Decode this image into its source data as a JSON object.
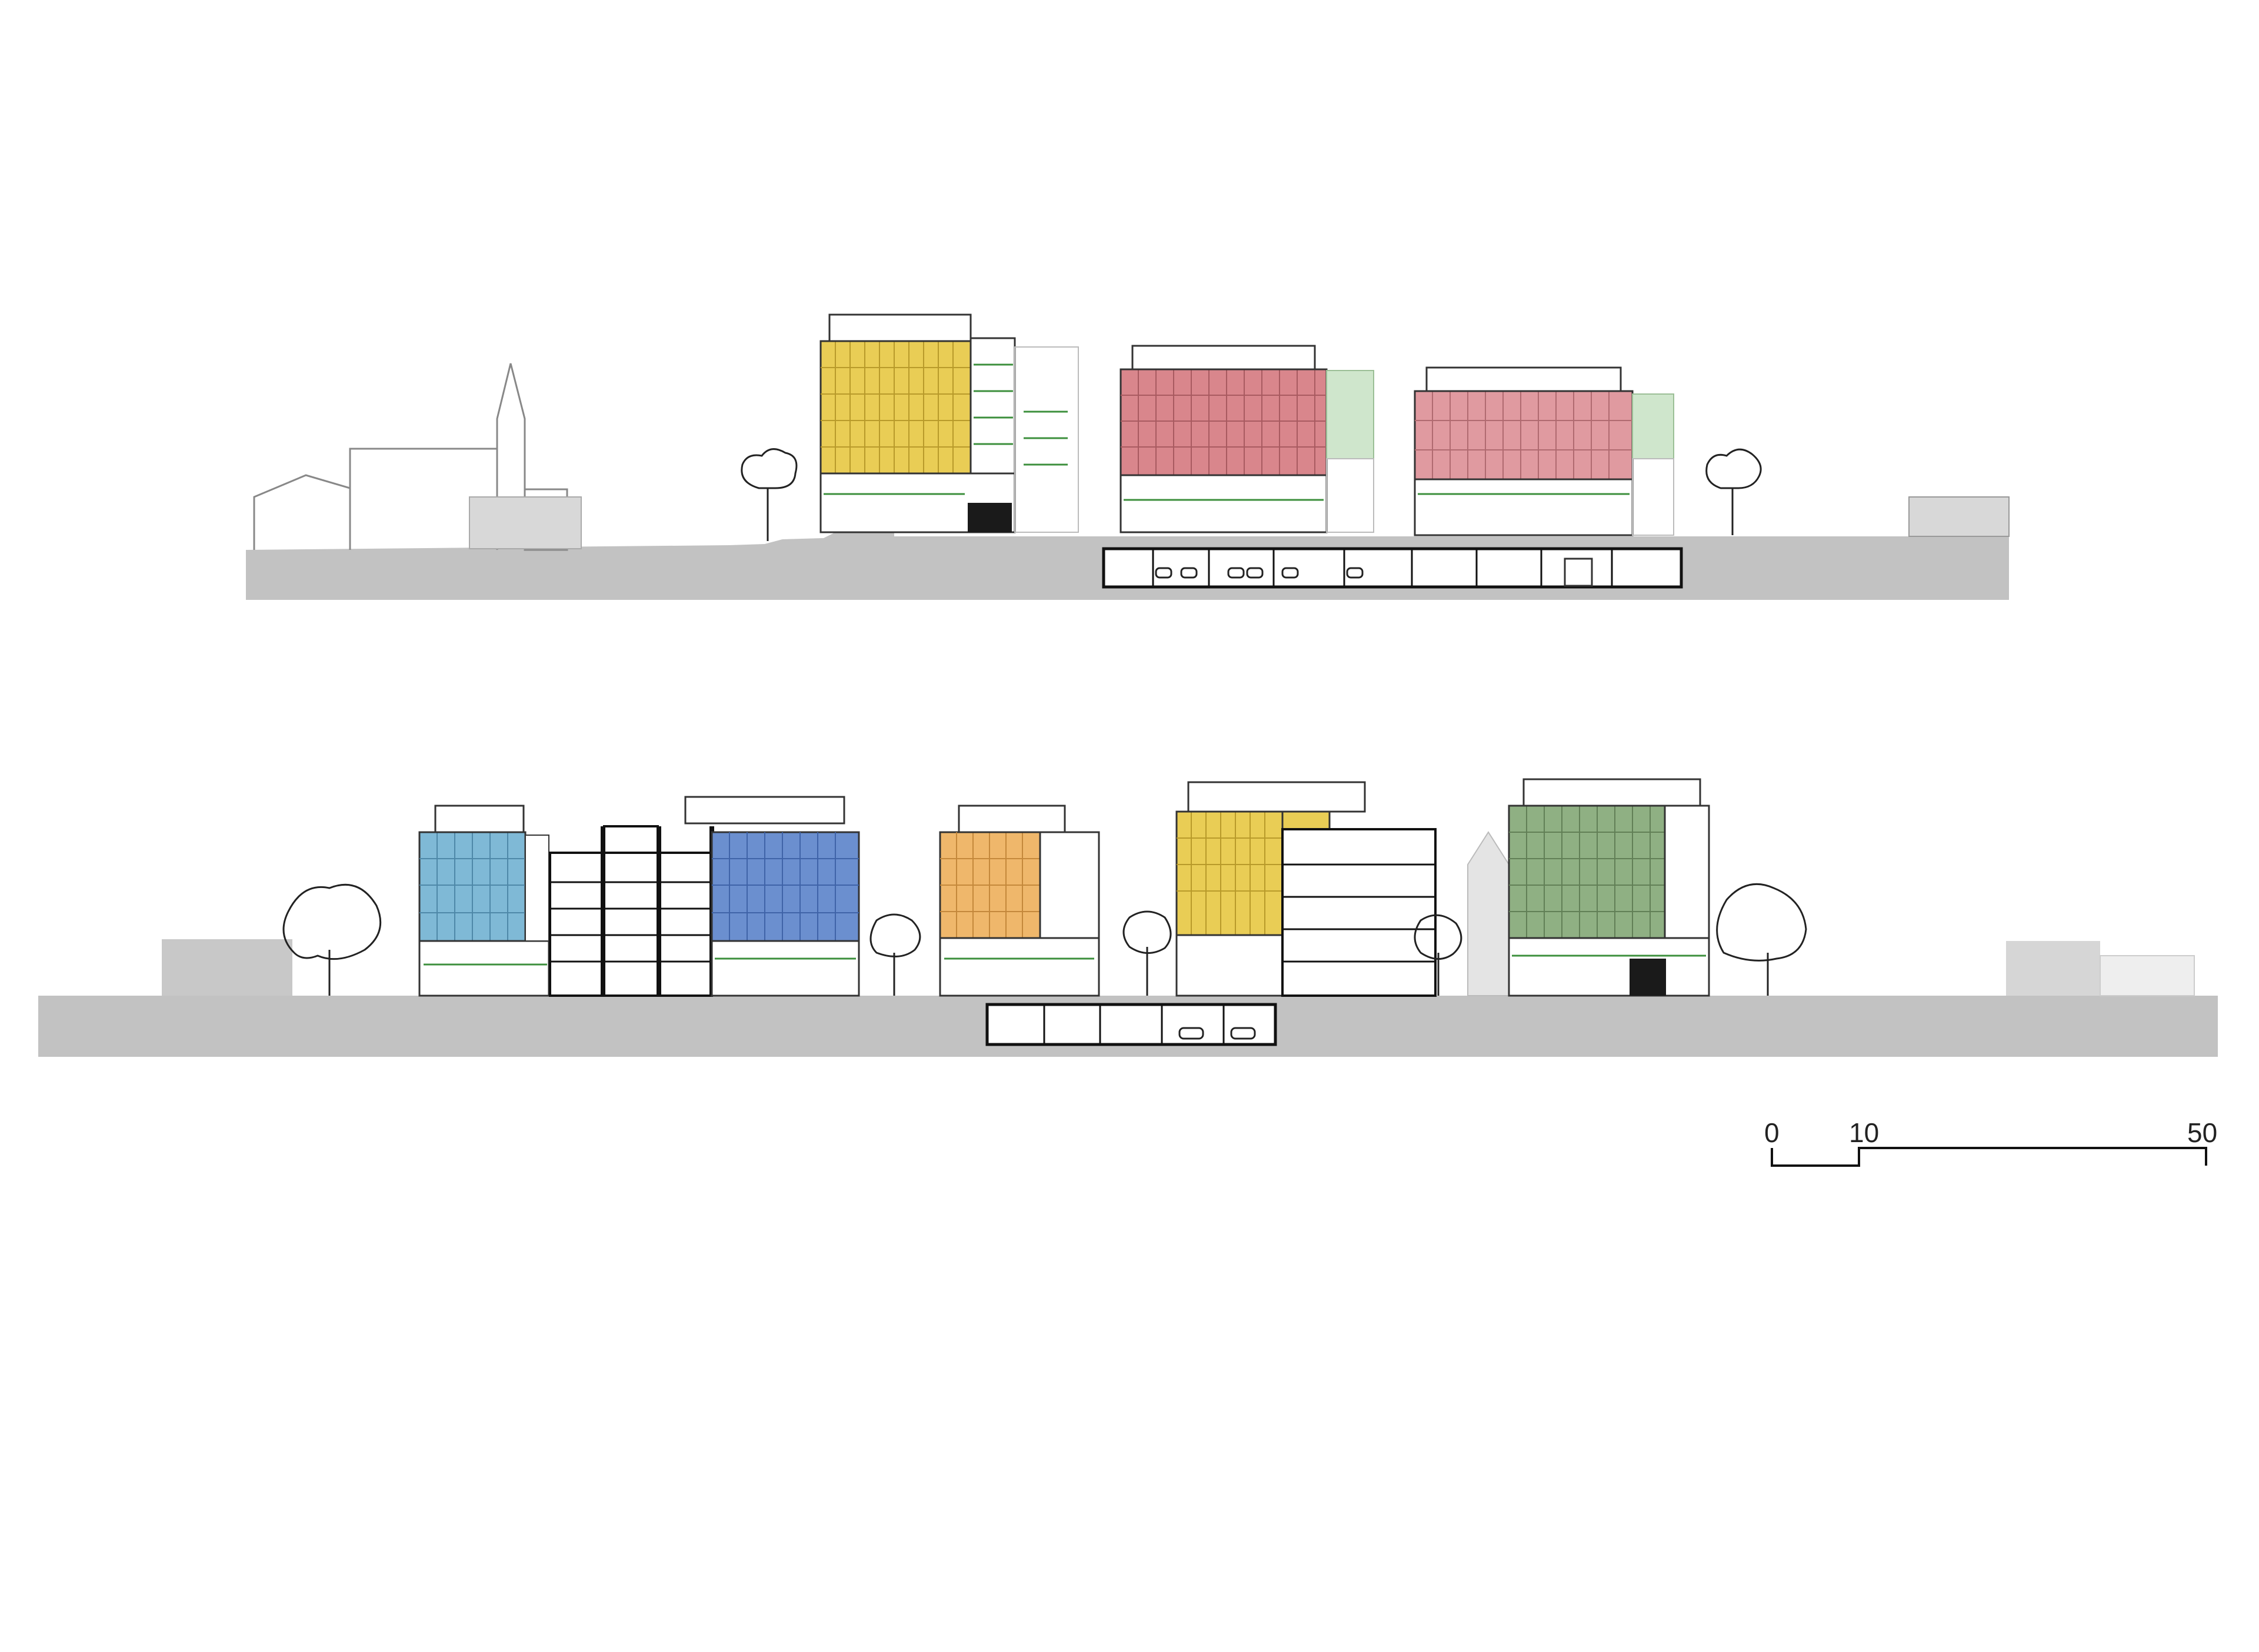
{
  "scale_bar": {
    "label_0": "0",
    "label_10": "10",
    "label_50": "50"
  },
  "colors": {
    "ground": "#c2c2c2",
    "yellow_facade": "#e9cd55",
    "red_facade": "#d9868c",
    "green_facade": "#8fb083",
    "blue_facade_light": "#7fb9d6",
    "blue_facade": "#6b8fcf",
    "orange_facade": "#efb76b",
    "mint_facade": "#cfe6cc",
    "neighbour_grey": "#d8d8d8",
    "line": "#2a2a2a",
    "planting": "#3c8f3c"
  },
  "sections": [
    {
      "id": "upper-elevation"
    },
    {
      "id": "lower-section"
    }
  ]
}
